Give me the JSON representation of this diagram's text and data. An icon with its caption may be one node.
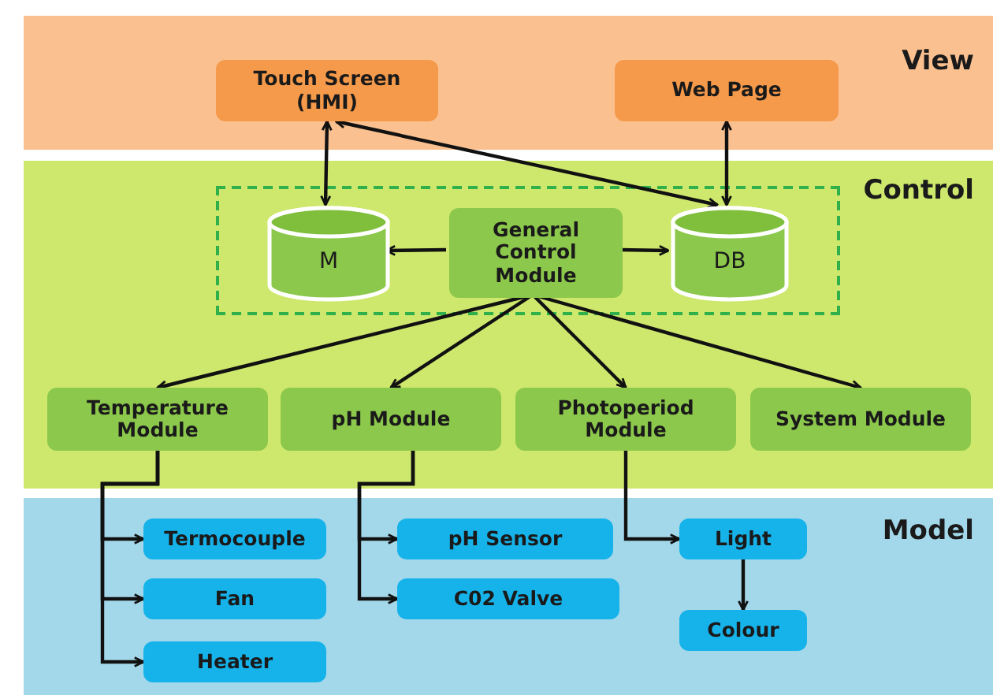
{
  "diagram": {
    "nodes": [
      {
        "text": [
          "View"
        ]
      },
      {
        "text": [
          "Touch Screen (HMI)"
        ],
        "in": 0
      },
      {
        "text": [
          "Web Page"
        ],
        "in": 0
      },
      {
        "text": [
          "Control"
        ]
      },
      {
        "text": [],
        "shape": "box",
        "in": 3
      },
      {
        "text": [
          "M"
        ],
        "in": 4
      },
      {
        "text": [
          "General Control Module"
        ],
        "in": 4
      },
      {
        "text": [
          "DB"
        ],
        "in": 4
      },
      {
        "text": [
          "Temperature Module"
        ],
        "in": 3
      },
      {
        "text": [
          "pH Module"
        ],
        "in": 3
      },
      {
        "text": [
          "Photoperiod Module"
        ],
        "in": 3
      },
      {
        "text": [
          "System Module"
        ],
        "in": 3
      },
      {
        "text": [
          "Model"
        ]
      },
      {
        "text": [
          "Termocouple"
        ],
        "in": 12
      },
      {
        "text": [
          "Fan"
        ],
        "in": 12
      },
      {
        "text": [
          "Heater"
        ],
        "in": 12
      },
      {
        "text": [
          "pH Sensor"
        ],
        "in": 12
      },
      {
        "text": [
          "C02 Valve"
        ],
        "in": 12
      },
      {
        "text": [
          "Light"
        ],
        "in": 12
      },
      {
        "text": [
          "Colour"
        ],
        "in": 12
      }
    ],
    "edges": [
      {
        "from": 1,
        "to": 5,
        "arrow": "both"
      },
      {
        "from": 1,
        "to": 7,
        "arrow": "both"
      },
      {
        "from": 2,
        "to": 7,
        "arrow": "both"
      },
      {
        "from": 6,
        "to": 5,
        "arrow": "to"
      },
      {
        "from": 6,
        "to": 7,
        "arrow": "to"
      },
      {
        "from": 6,
        "to": 8,
        "arrow": "to"
      },
      {
        "from": 6,
        "to": 9,
        "arrow": "to"
      },
      {
        "from": 6,
        "to": 10,
        "arrow": "to"
      },
      {
        "from": 6,
        "to": 11,
        "arrow": "to"
      },
      {
        "from": 8,
        "to": 13,
        "arrow": "to"
      },
      {
        "from": 8,
        "to": 14,
        "arrow": "to"
      },
      {
        "from": 8,
        "to": 15,
        "arrow": "to"
      },
      {
        "from": 9,
        "to": 16,
        "arrow": "to"
      },
      {
        "from": 9,
        "to": 17,
        "arrow": "to"
      },
      {
        "from": 10,
        "to": 18,
        "arrow": "to"
      },
      {
        "from": 18,
        "to": 19,
        "arrow": "to"
      }
    ]
  }
}
